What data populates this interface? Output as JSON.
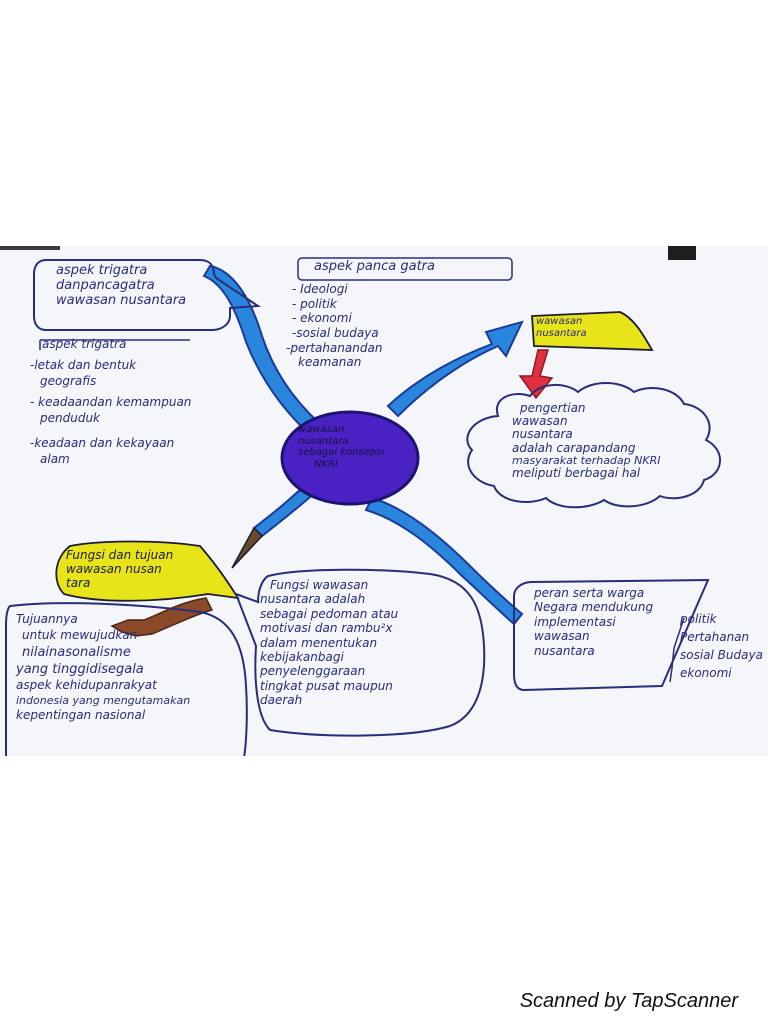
{
  "center": {
    "lines": [
      "wawasan",
      "nusantara",
      "sebagai konsepsi",
      "NKRI"
    ]
  },
  "box_top_left": {
    "lines": [
      "aspek trigatra",
      "danpancagatra",
      "wawasan nusantara"
    ]
  },
  "aspek_trigatra": {
    "heading": "aspek trigatra",
    "items": [
      "-letak dan bentuk",
      "geografis",
      "- keadaandan kemampuan",
      "penduduk",
      "-keadaan dan kekayaan",
      "alam"
    ]
  },
  "aspek_pancagatra": {
    "heading": "aspek panca gatra",
    "items": [
      "- Ideologi",
      "- politik",
      "- ekonomi",
      "-sosial budaya",
      "-pertahanandan",
      "keamanan"
    ]
  },
  "wawasan_label": {
    "lines": [
      "wawasan",
      "nusantara"
    ]
  },
  "pengertian": {
    "lines": [
      "pengertian",
      "wawasan",
      "nusantara",
      "adalah carapandang",
      "masyarakat terhadap NKRI",
      "meliputi berbagai hal"
    ]
  },
  "fungsi_label": {
    "lines": [
      "Fungsi dan tujuan",
      "wawasan nusan",
      "tara"
    ]
  },
  "fungsi": {
    "lines": [
      "Fungsi wawasan",
      "nusantara adalah",
      "sebagai pedoman atau",
      "motivasi dan rambu²x",
      "dalam menentukan",
      "kebijakanbagi",
      "penyelenggaraan",
      "tingkat pusat maupun",
      "daerah"
    ]
  },
  "tujuan": {
    "lines": [
      "Tujuannya",
      "untuk mewujudkan",
      "nilainasonalisme",
      "yang tinggidisegala",
      "aspek kehidupanrakyat",
      "indonesia yang mengutamakan",
      "kepentingan nasional"
    ]
  },
  "peran": {
    "lines": [
      "peran serta warga",
      "Negara mendukung",
      "implementasi",
      "wawasan",
      "nusantara"
    ]
  },
  "peran_list": {
    "items": [
      "politik",
      "Pertahanan",
      "sosial Budaya",
      "ekonomi"
    ]
  },
  "footer": {
    "text": "Scanned by TapScanner"
  },
  "colors": {
    "blue_branch": "#2a86dd",
    "center_fill": "#4a22c4",
    "yellow": "#e8e41a",
    "ink": "#2a2d7a"
  }
}
